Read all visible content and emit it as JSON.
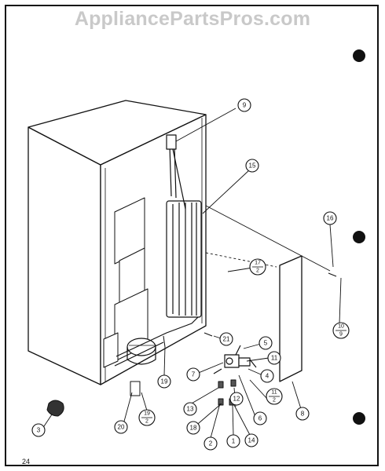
{
  "watermark": "AppliancePartsPros.com",
  "page_number": "24",
  "callouts": {
    "c1": "1",
    "c2": "2",
    "c3": "3",
    "c4": "4",
    "c5": "5",
    "c6": "6",
    "c7": "7",
    "c8": "8",
    "c9": "9",
    "c11": "11",
    "c12": "12",
    "c13": "13",
    "c14": "14",
    "c15": "15",
    "c16": "16",
    "c18": "18",
    "c19": "19",
    "c20": "20",
    "c21": "21"
  },
  "fraction_callouts": {
    "f17": {
      "num": "17",
      "den": "2"
    },
    "f10": {
      "num": "10",
      "den": "9"
    },
    "f11": {
      "num": "11",
      "den": "2"
    },
    "f19": {
      "num": "19",
      "den": "2"
    }
  },
  "colors": {
    "line": "#111111",
    "watermark": "#c9c9c9",
    "background": "#ffffff"
  }
}
